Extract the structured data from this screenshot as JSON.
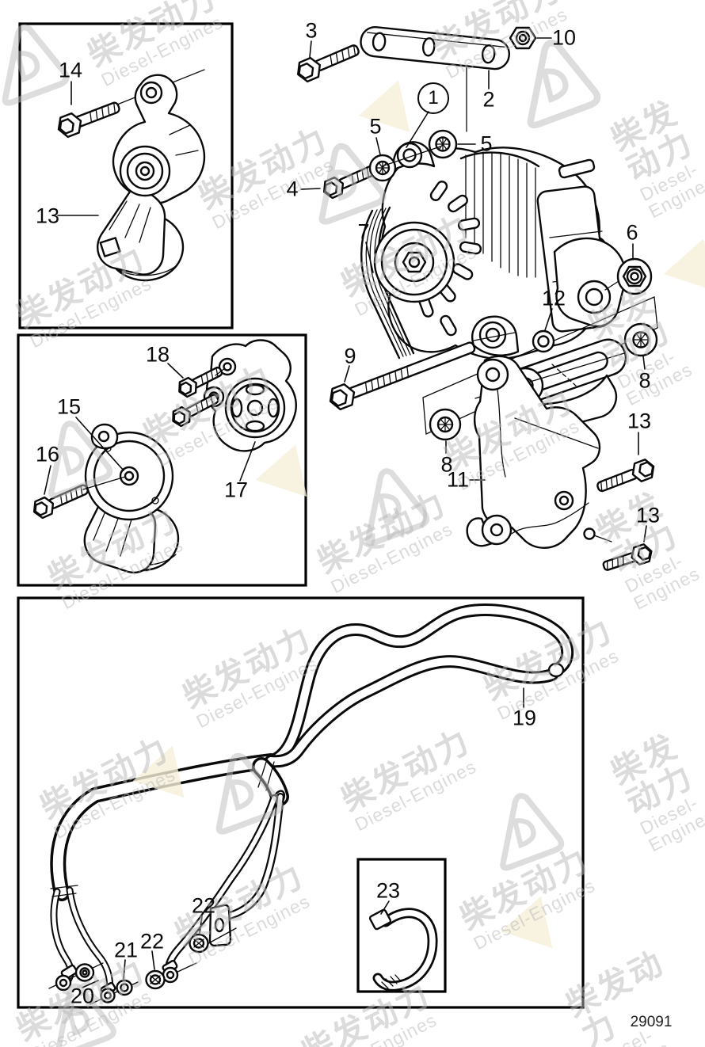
{
  "page": {
    "drawing_number": "29091"
  },
  "watermark": {
    "cn": "柴发动力",
    "en": "Diesel-Engines"
  },
  "callouts": {
    "c1": "1",
    "c2": "2",
    "c3": "3",
    "c4": "4",
    "c5_left": "5",
    "c5_right": "5",
    "c6": "6",
    "c7": "7",
    "c8_upper": "8",
    "c8_lower": "8",
    "c9": "9",
    "c10": "10",
    "c11": "11",
    "c12": "12",
    "c13_box": "13",
    "c13_mid": "13",
    "c13_low": "13",
    "c14": "14",
    "c15": "15",
    "c16": "16",
    "c17": "17",
    "c18": "18",
    "c19": "19",
    "c20": "20",
    "c21": "21",
    "c22_left": "22",
    "c22_right": "22",
    "c23": "23"
  }
}
